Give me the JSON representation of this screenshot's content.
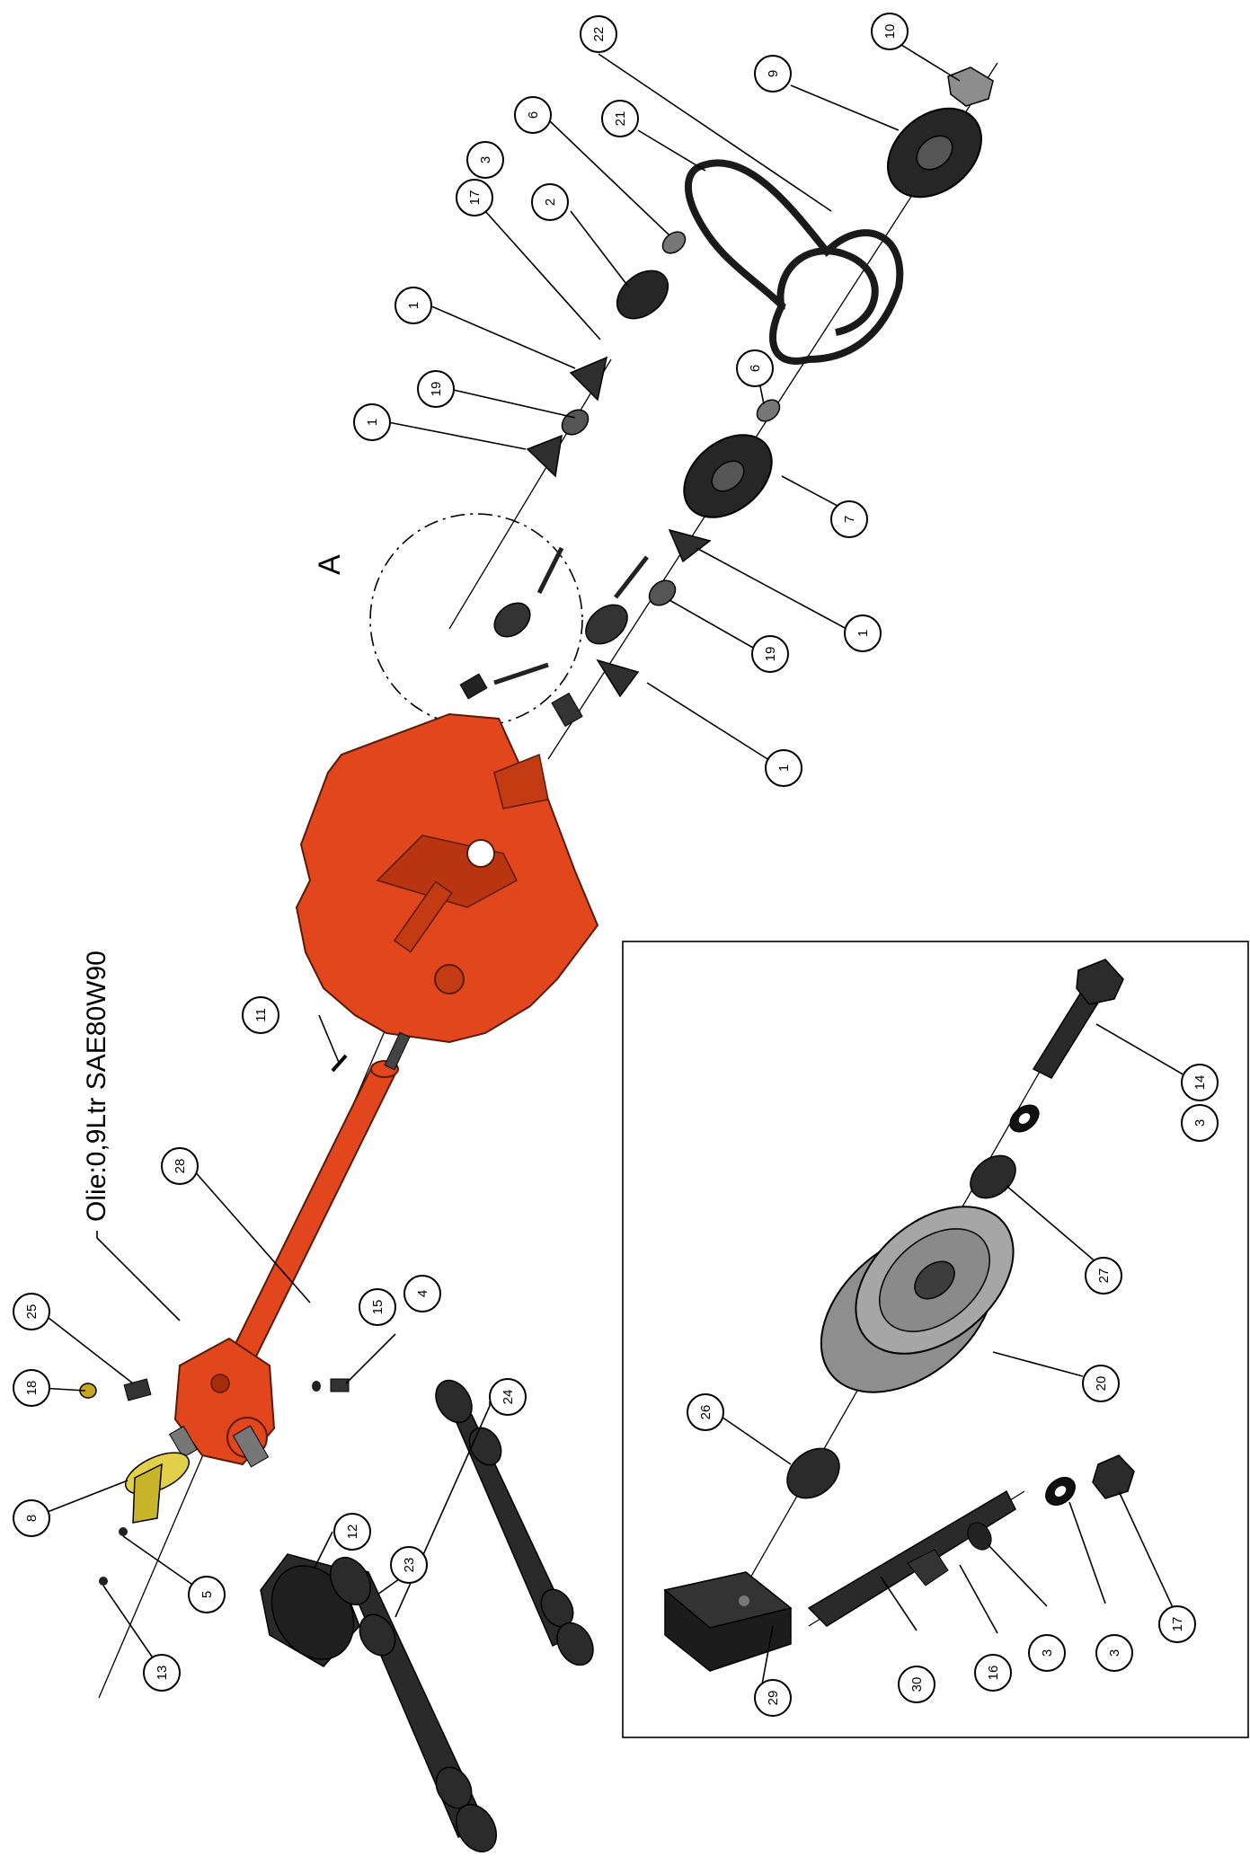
{
  "oil_note": "Olie:0,9Ltr SAE80W90",
  "detail_label": "A",
  "balloons": [
    {
      "id": "b22",
      "text": "22"
    },
    {
      "id": "b10",
      "text": "10"
    },
    {
      "id": "b9",
      "text": "9"
    },
    {
      "id": "b21",
      "text": "21"
    },
    {
      "id": "b6a",
      "text": "6"
    },
    {
      "id": "b3a",
      "text": "3"
    },
    {
      "id": "b17a",
      "text": "17"
    },
    {
      "id": "b2",
      "text": "2"
    },
    {
      "id": "b1a",
      "text": "1"
    },
    {
      "id": "b19a",
      "text": "19"
    },
    {
      "id": "b1b",
      "text": "1"
    },
    {
      "id": "b6b",
      "text": "6"
    },
    {
      "id": "b7",
      "text": "7"
    },
    {
      "id": "b1c",
      "text": "1"
    },
    {
      "id": "b19b",
      "text": "19"
    },
    {
      "id": "b1d",
      "text": "1"
    },
    {
      "id": "b11",
      "text": "11"
    },
    {
      "id": "b28",
      "text": "28"
    },
    {
      "id": "b25",
      "text": "25"
    },
    {
      "id": "b18",
      "text": "18"
    },
    {
      "id": "b8",
      "text": "8"
    },
    {
      "id": "b5",
      "text": "5"
    },
    {
      "id": "b13",
      "text": "13"
    },
    {
      "id": "b15",
      "text": "15"
    },
    {
      "id": "b4",
      "text": "4"
    },
    {
      "id": "b12",
      "text": "12"
    },
    {
      "id": "b24",
      "text": "24"
    },
    {
      "id": "b23",
      "text": "23"
    },
    {
      "id": "b14",
      "text": "14"
    },
    {
      "id": "b3b",
      "text": "3"
    },
    {
      "id": "b27",
      "text": "27"
    },
    {
      "id": "b20",
      "text": "20"
    },
    {
      "id": "b26",
      "text": "26"
    },
    {
      "id": "b29",
      "text": "29"
    },
    {
      "id": "b30",
      "text": "30"
    },
    {
      "id": "b16",
      "text": "16"
    },
    {
      "id": "b3c",
      "text": "3"
    },
    {
      "id": "b3d",
      "text": "3"
    },
    {
      "id": "b17b",
      "text": "17"
    }
  ]
}
